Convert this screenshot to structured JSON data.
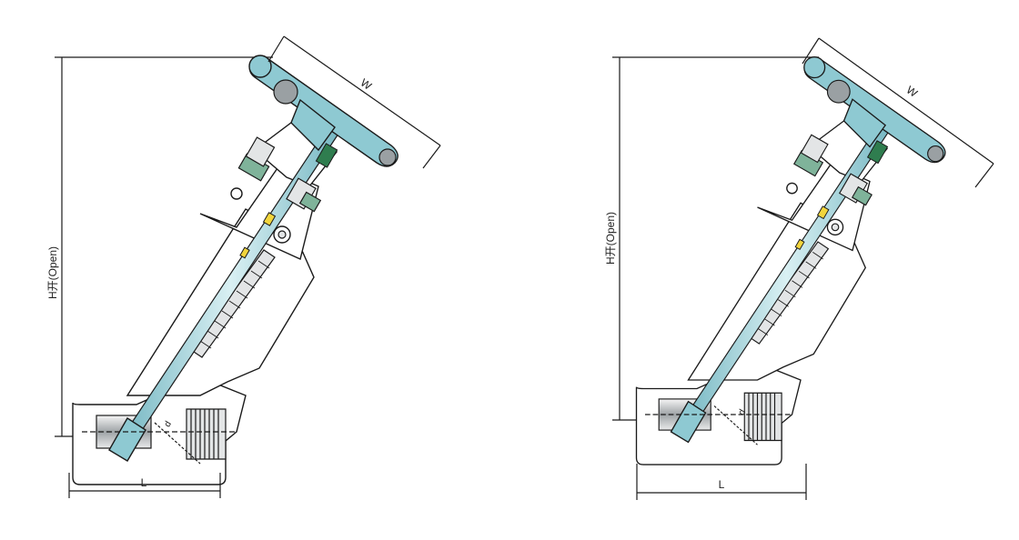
{
  "figures": [
    {
      "height_label": "H开(Open)",
      "width_label": "W",
      "length_label": "L",
      "bore_label": "d"
    },
    {
      "height_label": "H开(Open)",
      "width_label": "W",
      "length_label": "L",
      "bore_label": "d"
    }
  ],
  "colors": {
    "handwheel": "#8ec9d2",
    "stem": "#8ec9d2",
    "packing_nut": "#7fb39a",
    "indicator": "#2f7d4f",
    "yellow_part": "#f2d53c",
    "body": "#ffffff",
    "bore": "#e3e5e6"
  }
}
